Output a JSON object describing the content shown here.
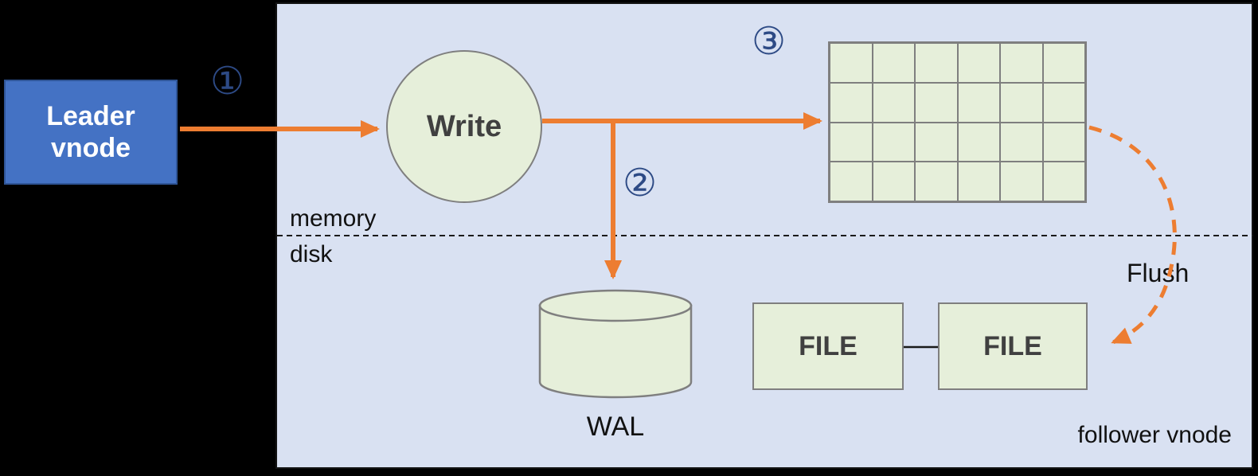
{
  "diagram": {
    "leader_node": {
      "line1": "Leader",
      "line2": "vnode"
    },
    "write_node": {
      "label": "Write"
    },
    "wal_node": {
      "label": "WAL"
    },
    "file_nodes": [
      {
        "label": "FILE"
      },
      {
        "label": "FILE"
      }
    ],
    "steps": {
      "one": "①",
      "two": "②",
      "three": "③"
    },
    "divider": {
      "above": "memory",
      "below": "disk"
    },
    "flush_label": "Flush",
    "follower_label": "follower vnode"
  },
  "grid": {
    "rows": 4,
    "cols": 6
  },
  "colors": {
    "panel_bg": "#d9e1f2",
    "leader_fill": "#4472c4",
    "leader_border": "#2f5597",
    "shape_fill": "#e6efda",
    "shape_border": "#7f7f7f",
    "arrow_orange": "#ed7d31",
    "step_number": "#2d4a85",
    "label_text": "#111111",
    "node_text": "#404040"
  }
}
